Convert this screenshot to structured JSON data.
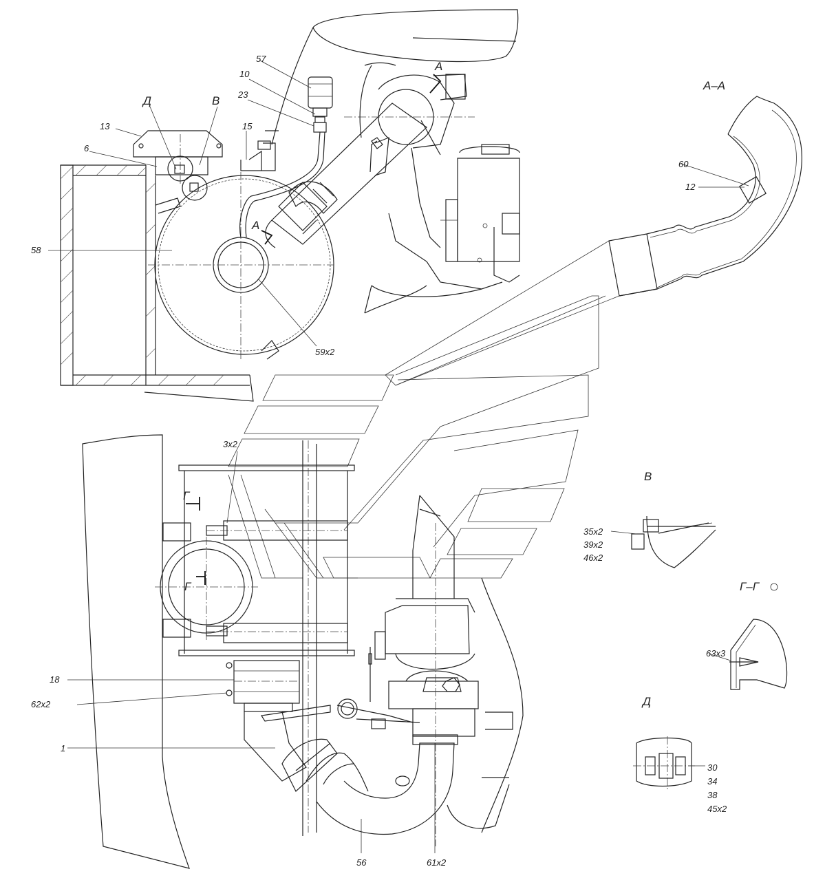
{
  "labels": {
    "l57": "57",
    "l10": "10",
    "l23": "23",
    "l15": "15",
    "l13": "13",
    "l6": "6",
    "lD": "Д",
    "lB": "В",
    "l58": "58",
    "lA1": "A",
    "lA2": "A",
    "l59": "59x2",
    "l60": "60",
    "l12": "12",
    "l3x2": "3x2",
    "l18": "18",
    "l62": "62x2",
    "l1": "1",
    "l56": "56",
    "l61": "61x2",
    "lG1": "Г",
    "lG2": "Г",
    "lB2_35": "35x2",
    "lB2_39": "39x2",
    "lB2_46": "46x2",
    "l63": "63x3",
    "lD_30": "30",
    "lD_34": "34",
    "lD_38": "38",
    "lD_45": "45x2"
  },
  "sections": {
    "aa": "A–A",
    "b": "В",
    "gg": "Г–Г",
    "d": "Д"
  }
}
